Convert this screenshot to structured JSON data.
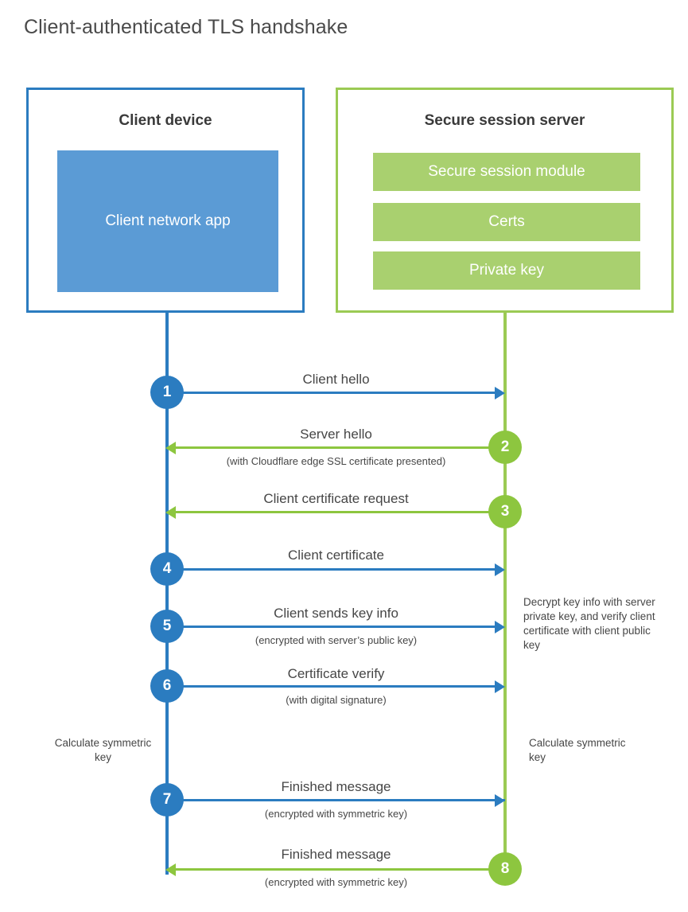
{
  "diagram": {
    "title": "Client-authenticated TLS handshake",
    "colors": {
      "client_blue": "#2b7cc0",
      "client_app_fill": "#5b9bd5",
      "server_green": "#9bca54",
      "server_bar_fill": "#a9d06f",
      "arrow_green": "#8dc63f",
      "text": "#464646",
      "background": "#ffffff"
    },
    "parties": {
      "client": {
        "title": "Client device",
        "blocks": [
          "Client network app"
        ]
      },
      "server": {
        "title": "Secure session server",
        "blocks": [
          "Secure session module",
          "Certs",
          "Private key"
        ]
      }
    },
    "messages": [
      {
        "step": "1",
        "label": "Client hello",
        "sub": "",
        "direction": "client-to-server",
        "color": "blue"
      },
      {
        "step": "2",
        "label": "Server hello",
        "sub": "(with Cloudflare edge SSL certificate presented)",
        "direction": "server-to-client",
        "color": "green"
      },
      {
        "step": "3",
        "label": "Client certificate request",
        "sub": "",
        "direction": "server-to-client",
        "color": "green"
      },
      {
        "step": "4",
        "label": "Client certificate",
        "sub": "",
        "direction": "client-to-server",
        "color": "blue"
      },
      {
        "step": "5",
        "label": "Client sends key info",
        "sub": "(encrypted with server’s public key)",
        "direction": "client-to-server",
        "color": "blue"
      },
      {
        "step": "6",
        "label": "Certificate verify",
        "sub": "(with digital signature)",
        "direction": "client-to-server",
        "color": "blue"
      },
      {
        "step": "7",
        "label": "Finished message",
        "sub": "(encrypted with symmetric key)",
        "direction": "client-to-server",
        "color": "blue"
      },
      {
        "step": "8",
        "label": "Finished message",
        "sub": "(encrypted with symmetric key)",
        "direction": "server-to-client",
        "color": "green"
      }
    ],
    "notes": {
      "server_decrypt": "Decrypt key info with server private key, and verify client certificate with client public key",
      "client_calculate": "Calculate symmetric key",
      "server_calculate": "Calculate symmetric key"
    }
  }
}
